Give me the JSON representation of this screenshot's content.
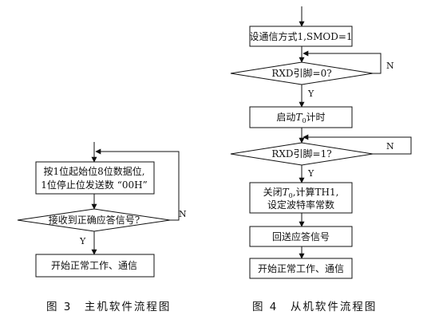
{
  "fig3": {
    "box1_line1": "按1位起始位8位数据位,",
    "box1_line2": "1位停止位发送数 “00H”",
    "decision": "接收到正确应答信号?",
    "no_label": "N",
    "yes_label": "Y",
    "box2": "开始正常工作、通信",
    "caption": "图 3　主机软件流程图"
  },
  "fig4": {
    "box1": "设通信方式1,SMOD=1",
    "decision1": "RXD引脚=0?",
    "no1": "N",
    "yes1": "Y",
    "box2_prefix": "启动",
    "box2_var": "T",
    "box2_sub": "0",
    "box2_suffix": "计时",
    "decision2": "RXD引脚=1?",
    "no2": "N",
    "yes2": "Y",
    "box3_l1_prefix": "关闭",
    "box3_l1_var": "T",
    "box3_l1_sub": "0",
    "box3_l1_suffix": ",计算TH1,",
    "box3_line2": "设定波特率常数",
    "box4": "回送应答信号",
    "box5": "开始正常工作、通信",
    "caption": "图 4　从机软件流程图"
  }
}
